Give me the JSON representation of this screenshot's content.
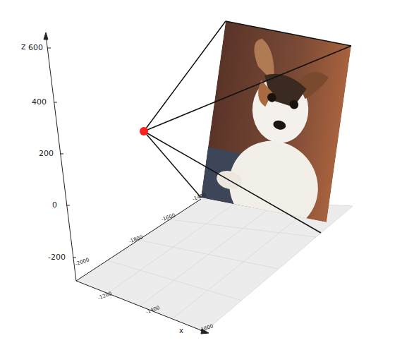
{
  "diagram": {
    "labels": [
      "z",
      "600",
      "400",
      "200",
      "0",
      "-200",
      "-1400",
      "-1600",
      "-1800",
      "-2000",
      "-1200",
      "-1400",
      "-1600",
      "x"
    ]
  }
}
